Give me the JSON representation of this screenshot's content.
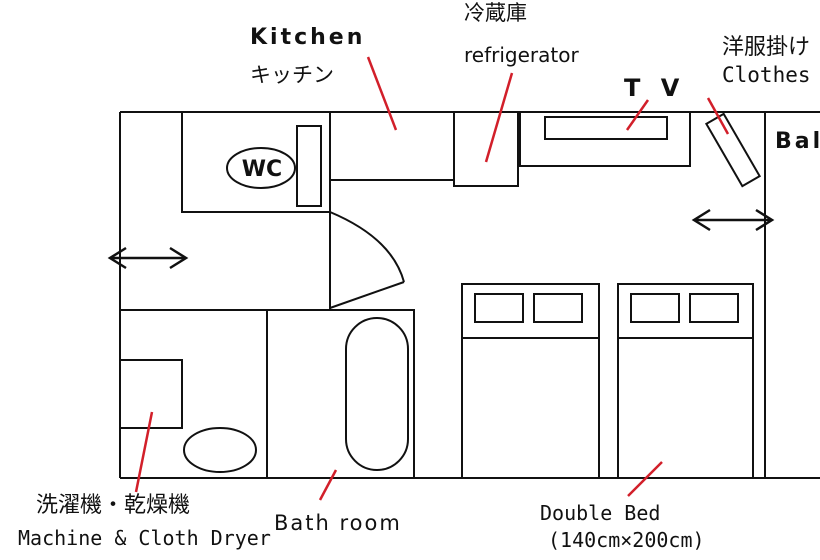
{
  "labels": {
    "kitchen_en": "Kitchen",
    "kitchen_ja": "キッチン",
    "fridge_ja": "冷蔵庫",
    "fridge_en": "refrigerator",
    "tv": "T V",
    "clothes_ja": "洋服掛け",
    "clothes_en": "Clothes",
    "balcony": "Bal",
    "wc": "WC",
    "washer_ja": "洗濯機・乾燥機",
    "washer_en": "Machine & Cloth Dryer",
    "bath": "Bath room",
    "bed_en": "Double Bed",
    "bed_size": "(140cm×200cm)"
  },
  "icons": {
    "entrance": "double-arrow-icon",
    "balcony_door": "double-arrow-icon"
  },
  "colors": {
    "wall": "#111111",
    "callout": "#d21f2a",
    "background": "#ffffff"
  }
}
